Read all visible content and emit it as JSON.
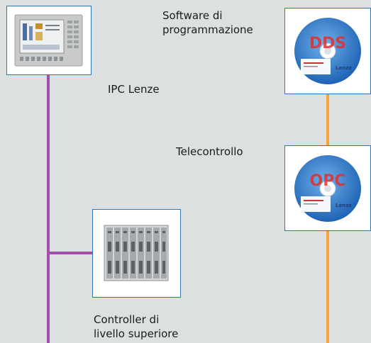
{
  "nodes": {
    "ipc": {
      "label": "IPC Lenze"
    },
    "dds": {
      "label_line1": "Software di",
      "label_line2": "programmazione",
      "disc_text": "DDS"
    },
    "opc": {
      "label": "Telecontrollo",
      "disc_text": "OPC"
    },
    "controller": {
      "label_line1": "Controller di",
      "label_line2": "livello superiore"
    }
  },
  "colors": {
    "background": "#dde0e0",
    "purple_bus": "#a24fa7",
    "orange_bus": "#f7a23a",
    "card_border": "#2f73b8"
  }
}
